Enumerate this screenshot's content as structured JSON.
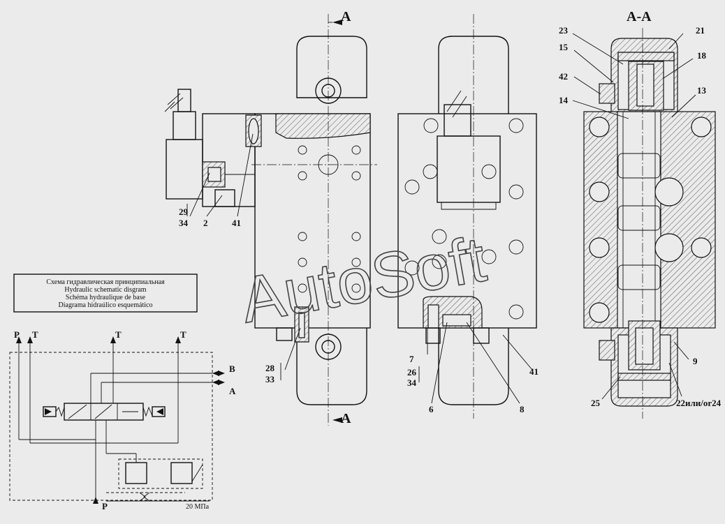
{
  "section_marks": {
    "top_cut": "A",
    "bottom_cut": "A",
    "section_title": "A-A"
  },
  "callouts": {
    "left_view": [
      "29",
      "34",
      "2",
      "41",
      "28",
      "33"
    ],
    "front_view": [
      "7",
      "26",
      "34",
      "6",
      "8",
      "41"
    ],
    "section_view": [
      "23",
      "21",
      "15",
      "18",
      "42",
      "14",
      "13",
      "9",
      "25",
      "22или/or24"
    ]
  },
  "schematic": {
    "caption_lines": [
      "Схема гидравлическая принципиальная",
      "Hydraulic schematic disgram",
      "Schéma hydraulique de base",
      "Diagrama hidraúlico esquemático"
    ],
    "port_labels": {
      "p_top": "P",
      "t_left": "T",
      "t_mid": "T",
      "t_right": "T",
      "b": "B",
      "a": "A",
      "p_bottom": "P"
    },
    "pressure": "20 МПа"
  },
  "watermark": "AutoSoft"
}
